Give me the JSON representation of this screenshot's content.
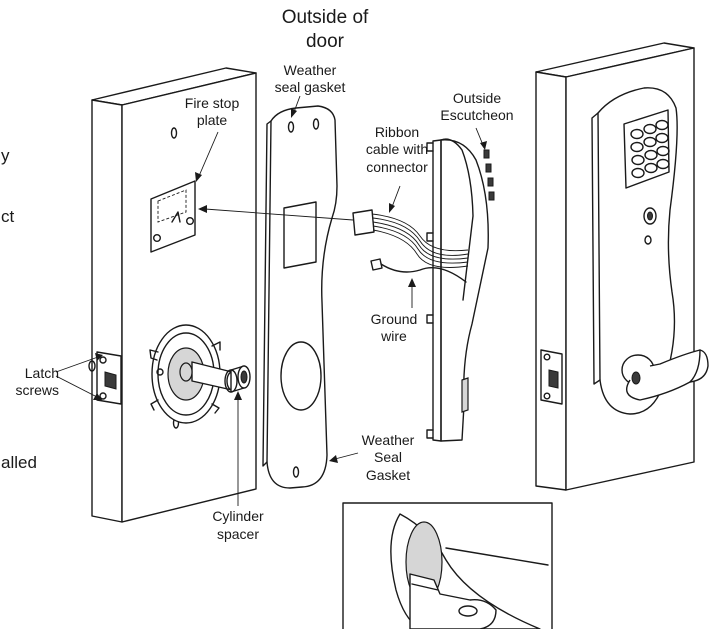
{
  "labels": {
    "outside_of_door_line1": "Outside of",
    "outside_of_door_line2": "door",
    "weather_seal_gasket_top_line1": "Weather",
    "weather_seal_gasket_top_line2": "seal gasket",
    "fire_stop_plate_line1": "Fire stop",
    "fire_stop_plate_line2": "plate",
    "outside_escutcheon_line1": "Outside",
    "outside_escutcheon_line2": "Escutcheon",
    "ribbon_cable_line1": "Ribbon",
    "ribbon_cable_line2": "cable with",
    "ribbon_cable_line3": "connector",
    "ground_wire_line1": "Ground",
    "ground_wire_line2": "wire",
    "latch_screws_line1": "Latch",
    "latch_screws_line2": "screws",
    "weather_seal_gasket_bottom_line1": "Weather",
    "weather_seal_gasket_bottom_line2": "Seal",
    "weather_seal_gasket_bottom_line3": "Gasket",
    "cylinder_spacer_line1": "Cylinder",
    "cylinder_spacer_line2": "spacer"
  },
  "clipped_text": {
    "fragment_1": "y",
    "fragment_2": "ct",
    "fragment_3": "alled"
  },
  "icons": [
    "door-panel",
    "fire-stop-plate",
    "weather-seal-gasket",
    "outside-escutcheon",
    "ribbon-cable",
    "ground-wire",
    "cylinder-spacer",
    "assembled-keypad-lock",
    "key-insertion-detail"
  ]
}
